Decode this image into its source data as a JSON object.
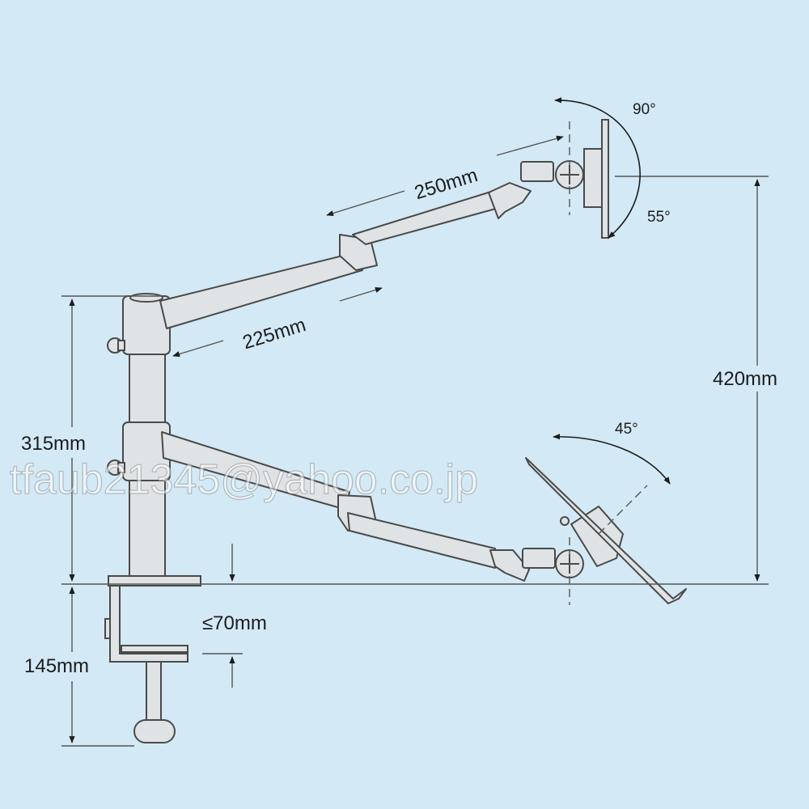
{
  "colors": {
    "background": "#d3e9f5",
    "metal": "#dfe3e6",
    "outline": "#4a4a4a",
    "dimension_line": "#555555"
  },
  "dimensions": {
    "upper_arm": "250mm",
    "lower_arm": "225mm",
    "total_height": "420mm",
    "pole_height": "315mm",
    "clamp_range": "145mm",
    "desk_thickness": "≤70mm"
  },
  "angles": {
    "tilt_up": "90°",
    "tilt_down": "55°",
    "tray_tilt": "45°"
  },
  "watermark": "tfaub21345@yahoo.co.jp"
}
